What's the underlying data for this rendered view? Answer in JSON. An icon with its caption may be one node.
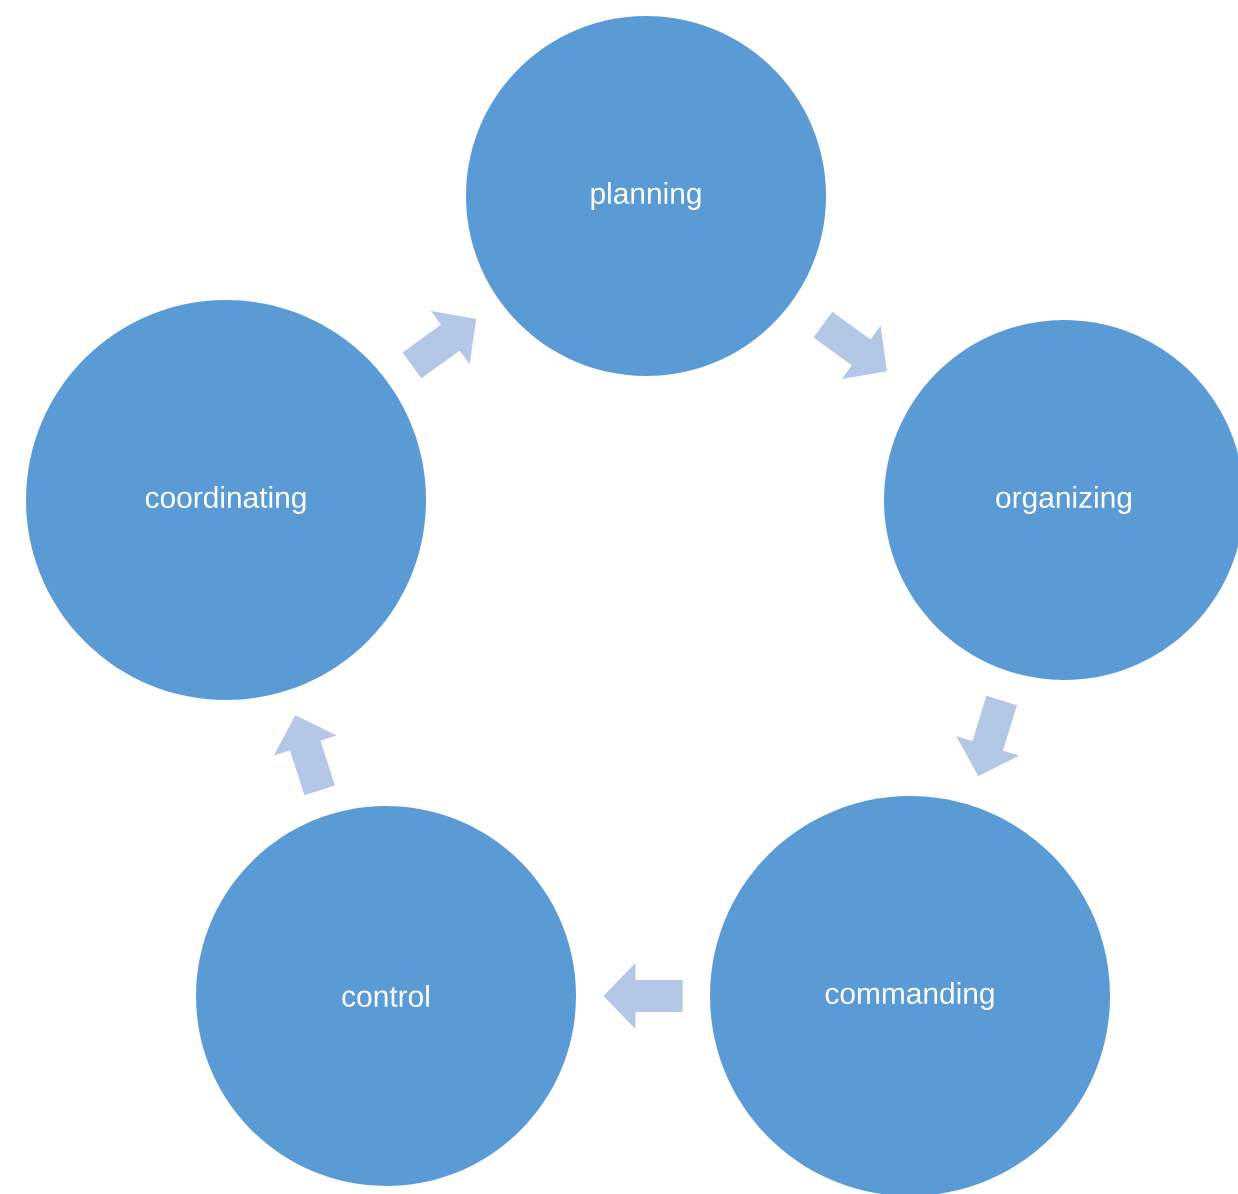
{
  "diagram": {
    "nodes": [
      {
        "text": [
          "planning"
        ]
      },
      {
        "text": [
          "organizing"
        ]
      },
      {
        "text": [
          "commanding"
        ]
      },
      {
        "text": [
          "control"
        ]
      },
      {
        "text": [
          "coordinating"
        ]
      }
    ],
    "edges": [
      {
        "from": 0,
        "to": 1,
        "arrow": "to"
      },
      {
        "from": 1,
        "to": 2,
        "arrow": "to"
      },
      {
        "from": 2,
        "to": 3,
        "arrow": "to"
      },
      {
        "from": 3,
        "to": 4,
        "arrow": "to"
      },
      {
        "from": 4,
        "to": 0,
        "arrow": "to"
      }
    ]
  }
}
